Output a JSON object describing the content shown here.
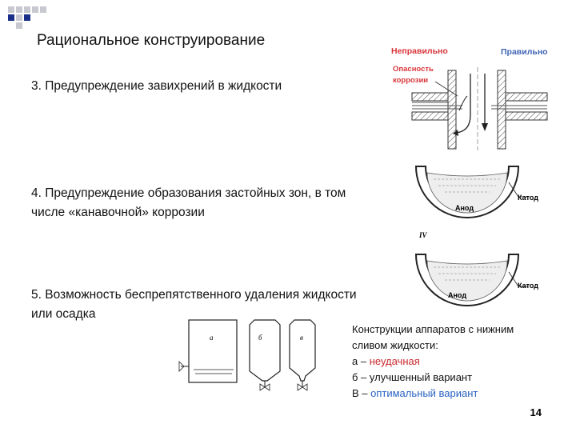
{
  "slide": {
    "title": "Рациональное конструирование",
    "items": [
      "3. Предупреждение завихрений в жидкости",
      "4. Предупреждение образования застойных зон, в том",
      "числе «канавочной» коррозии",
      "5. Возможность беспрепятственного удаления жидкости",
      " или осадка"
    ],
    "page_number": "14"
  },
  "pipe_figure": {
    "wrong_label": "Неправильно",
    "right_label": "Правильно",
    "danger_label_1": "Опасность",
    "danger_label_2": "коррозии"
  },
  "vessel_figures": {
    "top_cathode": "Катод",
    "top_anode": "Анод",
    "roman_iv": "IV",
    "bottom_cathode": "Катод",
    "bottom_anode": "Анод"
  },
  "tank_figures": {
    "label_a": "а",
    "label_b": "б",
    "label_c": "в"
  },
  "caption": {
    "line1": "Конструкции аппаратов с нижним",
    "line2": " сливом жидкости:",
    "a_prefix": "а – ",
    "a_value": "неудачная",
    "b_prefix": "б – ",
    "b_value": "улучшенный вариант",
    "c_prefix": "В – ",
    "c_value": "оптимальный вариант"
  },
  "colors": {
    "deco_navy": "#1a2f8a",
    "deco_grey": "#c8c8d0",
    "red": "#c8282e",
    "blue": "#2a62c2"
  }
}
